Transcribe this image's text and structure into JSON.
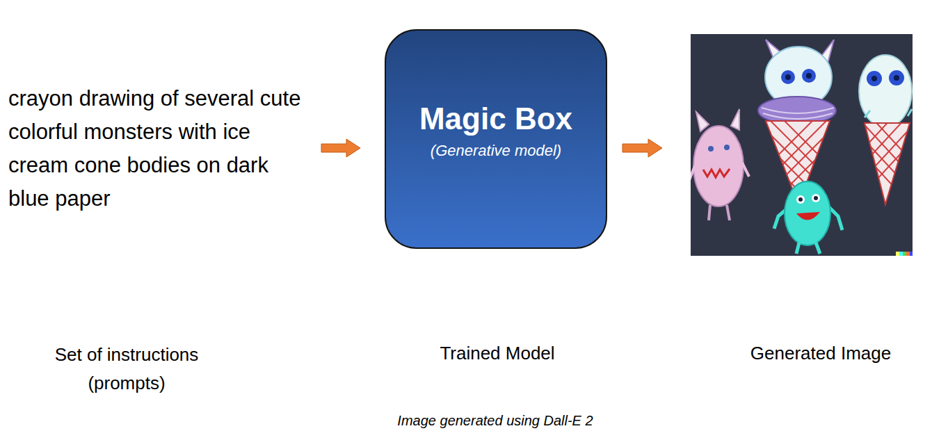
{
  "diagram": {
    "caption": "Image generated using Dall-E 2",
    "nodes": [
      {
        "text": [
          "crayon drawing of several cute colorful monsters with ice cream cone bodies on dark blue paper",
          "Set of instructions (prompts)"
        ]
      },
      {
        "text": [
          "Magic Box",
          "(Generative model)",
          "Trained Model"
        ]
      },
      {
        "text": [
          "Generated Image"
        ]
      }
    ],
    "edges": [
      {
        "from": 0,
        "to": 1,
        "arrow": "to"
      },
      {
        "from": 1,
        "to": 2,
        "arrow": "to"
      }
    ]
  }
}
